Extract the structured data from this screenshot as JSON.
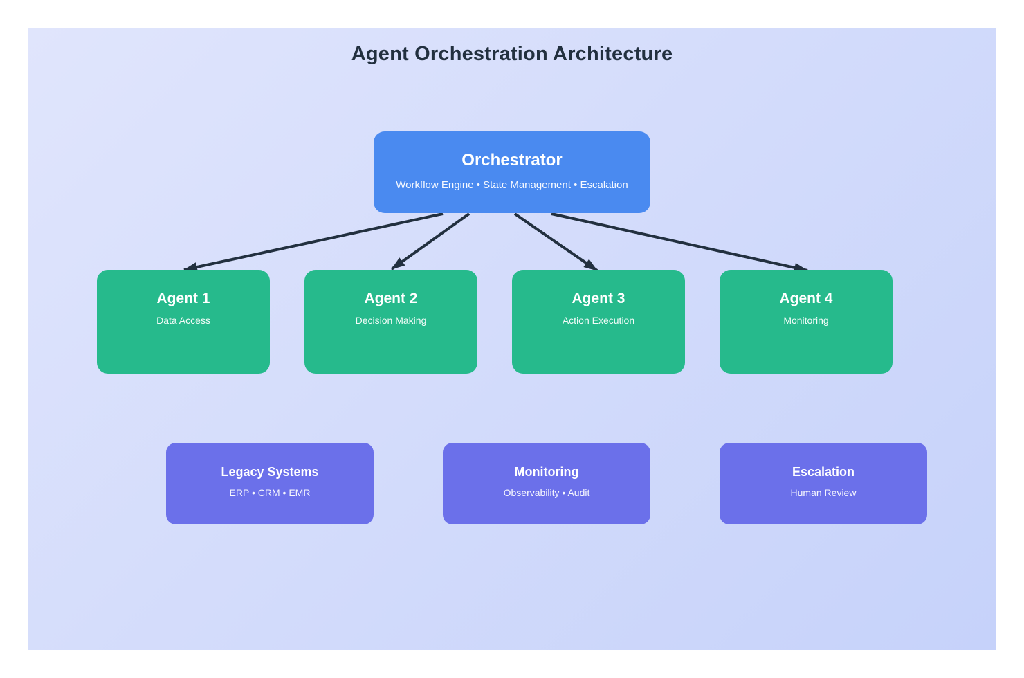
{
  "diagram": {
    "title": "Agent Orchestration Architecture",
    "orchestrator": {
      "title": "Orchestrator",
      "subtitle": "Workflow Engine • State Management • Escalation"
    },
    "agents": [
      {
        "title": "Agent 1",
        "subtitle": "Data Access"
      },
      {
        "title": "Agent 2",
        "subtitle": "Decision Making"
      },
      {
        "title": "Agent 3",
        "subtitle": "Action Execution"
      },
      {
        "title": "Agent 4",
        "subtitle": "Monitoring"
      }
    ],
    "systems": [
      {
        "title": "Legacy Systems",
        "subtitle": "ERP • CRM • EMR"
      },
      {
        "title": "Monitoring",
        "subtitle": "Observability • Audit"
      },
      {
        "title": "Escalation",
        "subtitle": "Human Review"
      }
    ],
    "edges": [
      {
        "from": "orchestrator",
        "to": "agent-1"
      },
      {
        "from": "orchestrator",
        "to": "agent-2"
      },
      {
        "from": "orchestrator",
        "to": "agent-3"
      },
      {
        "from": "orchestrator",
        "to": "agent-4"
      }
    ],
    "colors": {
      "canvas_top": "#e0e5fc",
      "canvas_bottom": "#c6d2fa",
      "orchestrator_fill": "#4a8af0",
      "agent_fill": "#26ba8c",
      "system_fill": "#6b70ea",
      "arrow": "#22303f",
      "heading": "#22303f",
      "node_text": "#ffffff"
    }
  }
}
